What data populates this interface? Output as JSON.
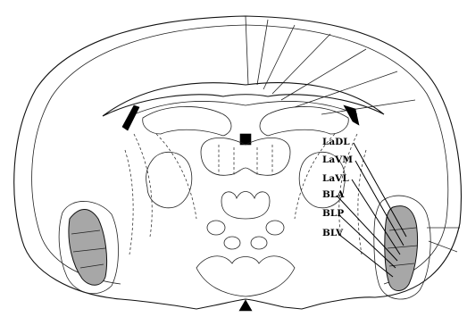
{
  "diagram": {
    "labels": [
      {
        "id": "ladl",
        "text": "LaDL"
      },
      {
        "id": "lavm",
        "text": "LaVM"
      },
      {
        "id": "lavl",
        "text": "LaVL"
      },
      {
        "id": "bla",
        "text": "BLA"
      },
      {
        "id": "blp",
        "text": "BLP"
      },
      {
        "id": "blv",
        "text": "BLV"
      }
    ],
    "colors": {
      "outline": "#111111",
      "amygdala-shading": "#a7a7a7",
      "ventricle-fill": "#000000",
      "background": "#ffffff"
    }
  }
}
